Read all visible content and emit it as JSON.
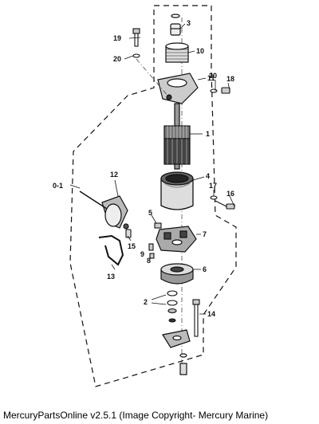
{
  "caption": "MercuryPartsOnline v2.5.1 (Image Copyright- Mercury Marine)",
  "callouts": [
    "0-1",
    "1",
    "2",
    "3",
    "4",
    "5",
    "6",
    "7",
    "8",
    "9",
    "10",
    "11",
    "12",
    "13",
    "14",
    "15",
    "16",
    "17",
    "18",
    "19",
    "20"
  ],
  "callout_20_dup": "20"
}
